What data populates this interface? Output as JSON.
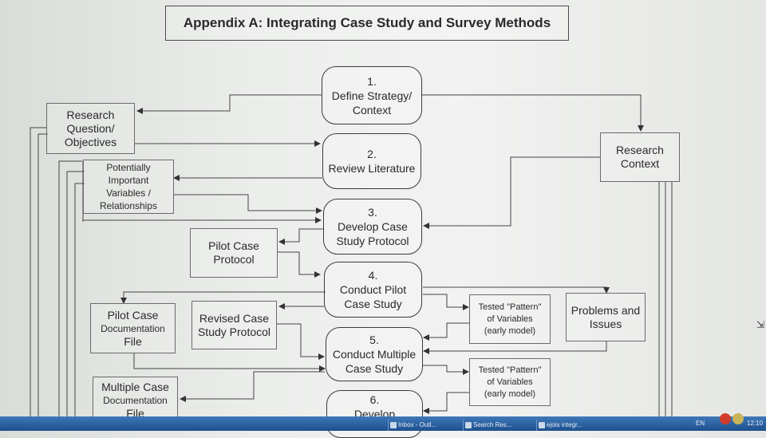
{
  "title": "Appendix A: Integrating Case Study and Survey Methods",
  "steps": {
    "s1": {
      "num": "1.",
      "l1": "Define Strategy/",
      "l2": "Context"
    },
    "s2": {
      "num": "2.",
      "l1": "Review Literature"
    },
    "s3": {
      "num": "3.",
      "l1": "Develop Case",
      "l2": "Study Protocol"
    },
    "s4": {
      "num": "4.",
      "l1": "Conduct Pilot",
      "l2": "Case Study"
    },
    "s5": {
      "num": "5.",
      "l1": "Conduct Multiple",
      "l2": "Case Study"
    },
    "s6": {
      "num": "6.",
      "l1": "Develop"
    }
  },
  "boxes": {
    "research_question": {
      "l1": "Research",
      "l2": "Question/",
      "l3": "Objectives"
    },
    "research_context": {
      "l1": "Research",
      "l2": "Context"
    },
    "variables": {
      "l1": "Potentially",
      "l2": "Important",
      "l3": "Variables /",
      "l4": "Relationships"
    },
    "pilot_protocol": {
      "l1": "Pilot Case",
      "l2": "Protocol"
    },
    "pilot_doc": {
      "l1": "Pilot Case",
      "l2": "Documentation",
      "l3": "File"
    },
    "revised_protocol": {
      "l1": "Revised Case",
      "l2": "Study Protocol"
    },
    "tested_pattern_1": {
      "l1": "Tested \"Pattern\"",
      "l2": "of Variables",
      "l3": "(early model)"
    },
    "tested_pattern_2": {
      "l1": "Tested \"Pattern\"",
      "l2": "of Variables",
      "l3": "(early model)"
    },
    "problems": {
      "l1": "Problems and",
      "l2": "Issues"
    },
    "multiple_doc": {
      "l1": "Multiple Case",
      "l2": "Documentation",
      "l3": "File"
    }
  },
  "taskbar": {
    "items": [
      "Inbox - Outl...",
      "Search Res...",
      "ejois integr..."
    ],
    "lang": "EN",
    "clock": "12:10"
  }
}
